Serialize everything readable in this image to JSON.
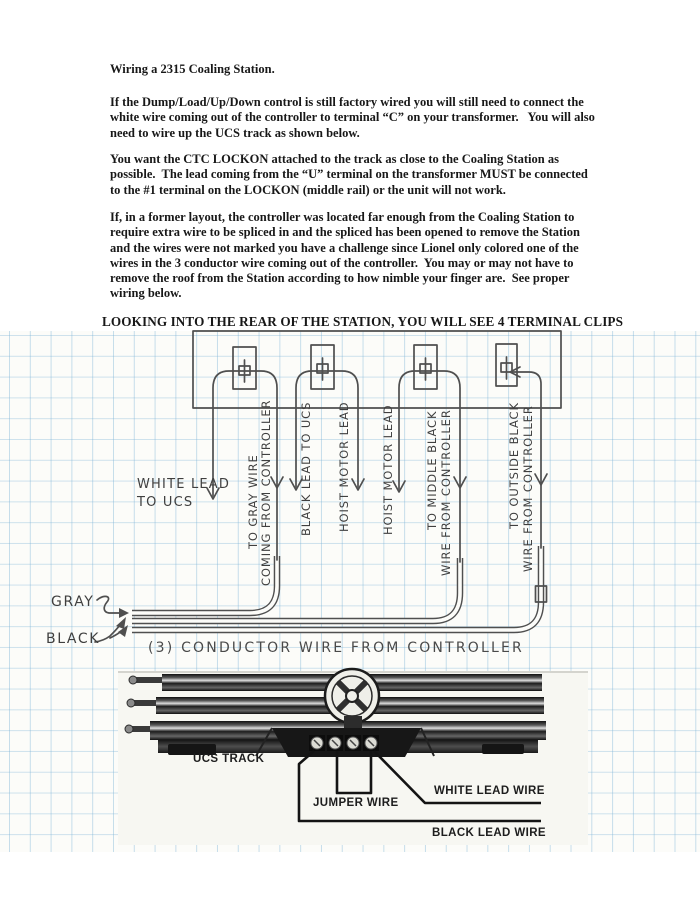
{
  "colors": {
    "paper_white": "#ffffff",
    "graph_paper": "#fcfcf9",
    "grid_blue": "#7ab2d6",
    "pencil_gray": "#4f4f4f",
    "ink_black": "#181818"
  },
  "document": {
    "title": "Wiring a 2315 Coaling Station.",
    "paragraphs": [
      "If the Dump/Load/Up/Down control is still factory wired you will still need to connect the\nwhite wire coming out of the controller to terminal “C” on your transformer.   You will also\nneed to wire up the UCS track as shown below.",
      "You want the CTC LOCKON attached to the track as close to the Coaling Station as\npossible.  The lead coming from the “U” terminal on the transformer MUST be connected\nto the #1 terminal on the LOCKON (middle rail) or the unit will not work.",
      "If, in a former layout, the controller was located far enough from the Coaling Station to\nrequire extra wire to be spliced in and the spliced has been opened to remove the Station\nand the wires were not marked you have a challenge since Lionel only colored one of the\nwires in the 3 conductor wire coming out of the controller.  You may or may not have to\nremove the roof from the Station according to how nimble your finger are.  See proper\nwiring below."
    ],
    "diagram_heading": "LOOKING INTO THE REAR OF THE STATION, YOU WILL SEE 4 TERMINAL CLIPS"
  },
  "diagram": {
    "labels": {
      "white_lead_line1": "WHITE LEAD",
      "white_lead_line2": "TO UCS",
      "gray_wire_line1": "TO GRAY WIRE",
      "gray_wire_line2": "COMING FROM CONTROLLER",
      "black_lead": "BLACK LEAD TO UCS",
      "hoist_motor_lead_1": "HOIST MOTOR LEAD",
      "hoist_motor_lead_2": "HOIST MOTOR LEAD",
      "middle_black_line1": "TO MIDDLE BLACK",
      "middle_black_line2": "WIRE FROM CONTROLLER",
      "outside_black_line1": "TO OUTSIDE BLACK",
      "outside_black_line2": "WIRE FROM CONTROLLER",
      "gray_pointer": "GRAY",
      "black_pointer": "BLACK",
      "conductor_bundle": "(3) CONDUCTOR WIRE FROM CONTROLLER"
    }
  },
  "photo": {
    "labels": {
      "track": "UCS TRACK",
      "jumper": "JUMPER WIRE",
      "white_lead": "WHITE LEAD WIRE",
      "black_lead": "BLACK LEAD WIRE"
    }
  }
}
